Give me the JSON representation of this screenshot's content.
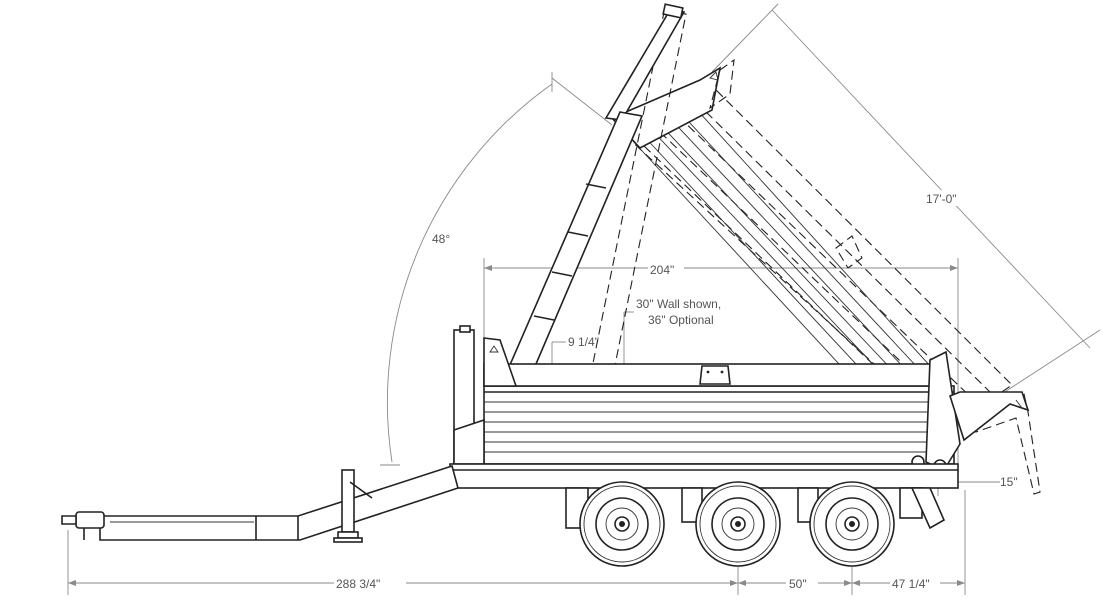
{
  "dimensions": {
    "tilt_angle": "48°",
    "bed_length_label": "17'-0\"",
    "bed_width_label": "204\"",
    "wall_note_line1": "30\" Wall shown,",
    "wall_note_line2": "36\" Optional",
    "top_rail": "9 1/4\"",
    "tail_offset": "15\"",
    "overall_length": "288 3/4\"",
    "axle_spacing": "50\"",
    "rear_overhang": "47 1/4\""
  },
  "colors": {
    "line": "#222222",
    "dimension": "#8a8a8a",
    "text": "#555555"
  },
  "icons": {
    "wheel": "wheel-icon",
    "hitch": "hitch-coupler-icon",
    "jack": "jack-stand-icon"
  }
}
